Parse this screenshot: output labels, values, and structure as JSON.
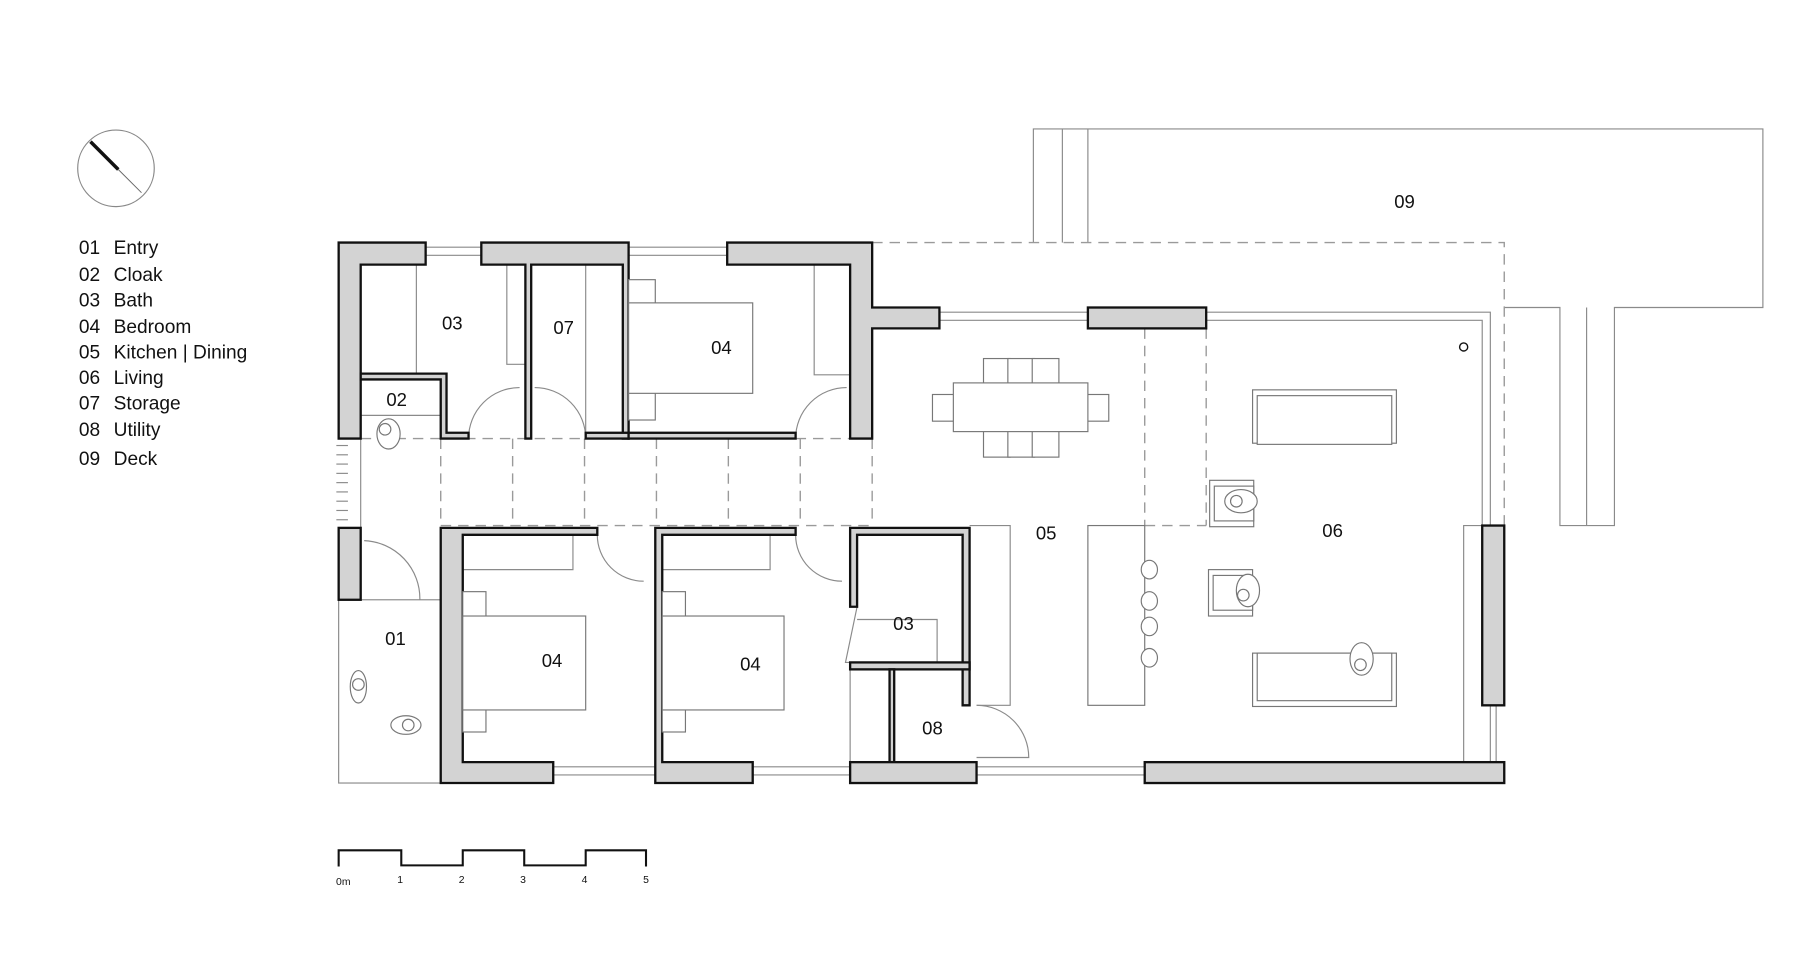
{
  "legend": [
    {
      "num": "01",
      "name": "Entry"
    },
    {
      "num": "02",
      "name": "Cloak"
    },
    {
      "num": "03",
      "name": "Bath"
    },
    {
      "num": "04",
      "name": "Bedroom"
    },
    {
      "num": "05",
      "name": "Kitchen | Dining"
    },
    {
      "num": "06",
      "name": "Living"
    },
    {
      "num": "07",
      "name": "Storage"
    },
    {
      "num": "08",
      "name": "Utility"
    },
    {
      "num": "09",
      "name": "Deck"
    }
  ],
  "rooms": {
    "bath_north": "03",
    "storage": "07",
    "bedroom_north": "04",
    "cloak": "02",
    "entry": "01",
    "bedroom_sw": "04",
    "bedroom_s": "04",
    "bath_south": "03",
    "utility": "08",
    "kitchen_dining": "05",
    "living": "06",
    "deck": "09"
  },
  "scale_bar": {
    "labels": [
      "0m",
      "1",
      "2",
      "3",
      "4",
      "5"
    ]
  },
  "colors": {
    "wall_fill": "#d3d3d3",
    "line": "#111111"
  }
}
